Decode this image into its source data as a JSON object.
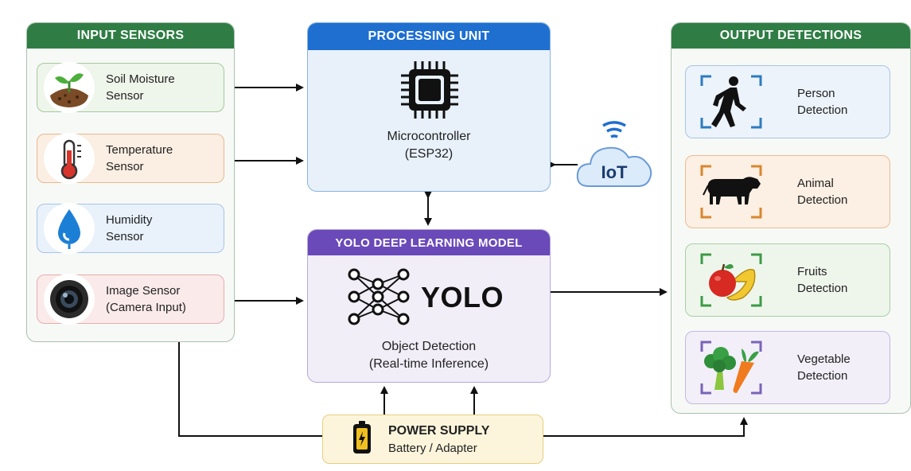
{
  "colors": {
    "green_header": "#2f7d44",
    "blue_header": "#1e6fd0",
    "purple_header": "#6a49b8",
    "power_fill": "#fcf5dc",
    "iot_cloud": "#dcebfa"
  },
  "input": {
    "title": "INPUT SENSORS",
    "items": [
      {
        "icon": "soil-sprout-icon",
        "line1": "Soil Moisture",
        "line2": "Sensor"
      },
      {
        "icon": "thermometer-icon",
        "line1": "Temperature",
        "line2": "Sensor"
      },
      {
        "icon": "water-drop-icon",
        "line1": "Humidity",
        "line2": "Sensor"
      },
      {
        "icon": "camera-lens-icon",
        "line1": "Image Sensor",
        "line2": "(Camera Input)"
      }
    ]
  },
  "processing": {
    "title": "PROCESSING UNIT",
    "icon": "microchip-icon",
    "line1": "Microcontroller",
    "line2": "(ESP32)"
  },
  "iot": {
    "label": "IoT",
    "icon": "wifi-cloud-icon"
  },
  "yolo": {
    "title": "YOLO DEEP LEARNING MODEL",
    "logo": "YOLO",
    "icon": "neural-network-icon",
    "line1": "Object Detection",
    "line2": "(Real-time Inference)"
  },
  "output": {
    "title": "OUTPUT DETECTIONS",
    "items": [
      {
        "icon": "walking-person-icon",
        "line1": "Person",
        "line2": "Detection"
      },
      {
        "icon": "cow-icon",
        "line1": "Animal",
        "line2": "Detection"
      },
      {
        "icon": "apple-banana-icon",
        "line1": "Fruits",
        "line2": "Detection"
      },
      {
        "icon": "broccoli-carrot-icon",
        "line1": "Vegetable",
        "line2": "Detection"
      }
    ]
  },
  "power": {
    "title": "POWER SUPPLY",
    "subtitle": "Battery / Adapter",
    "icon": "battery-icon"
  }
}
